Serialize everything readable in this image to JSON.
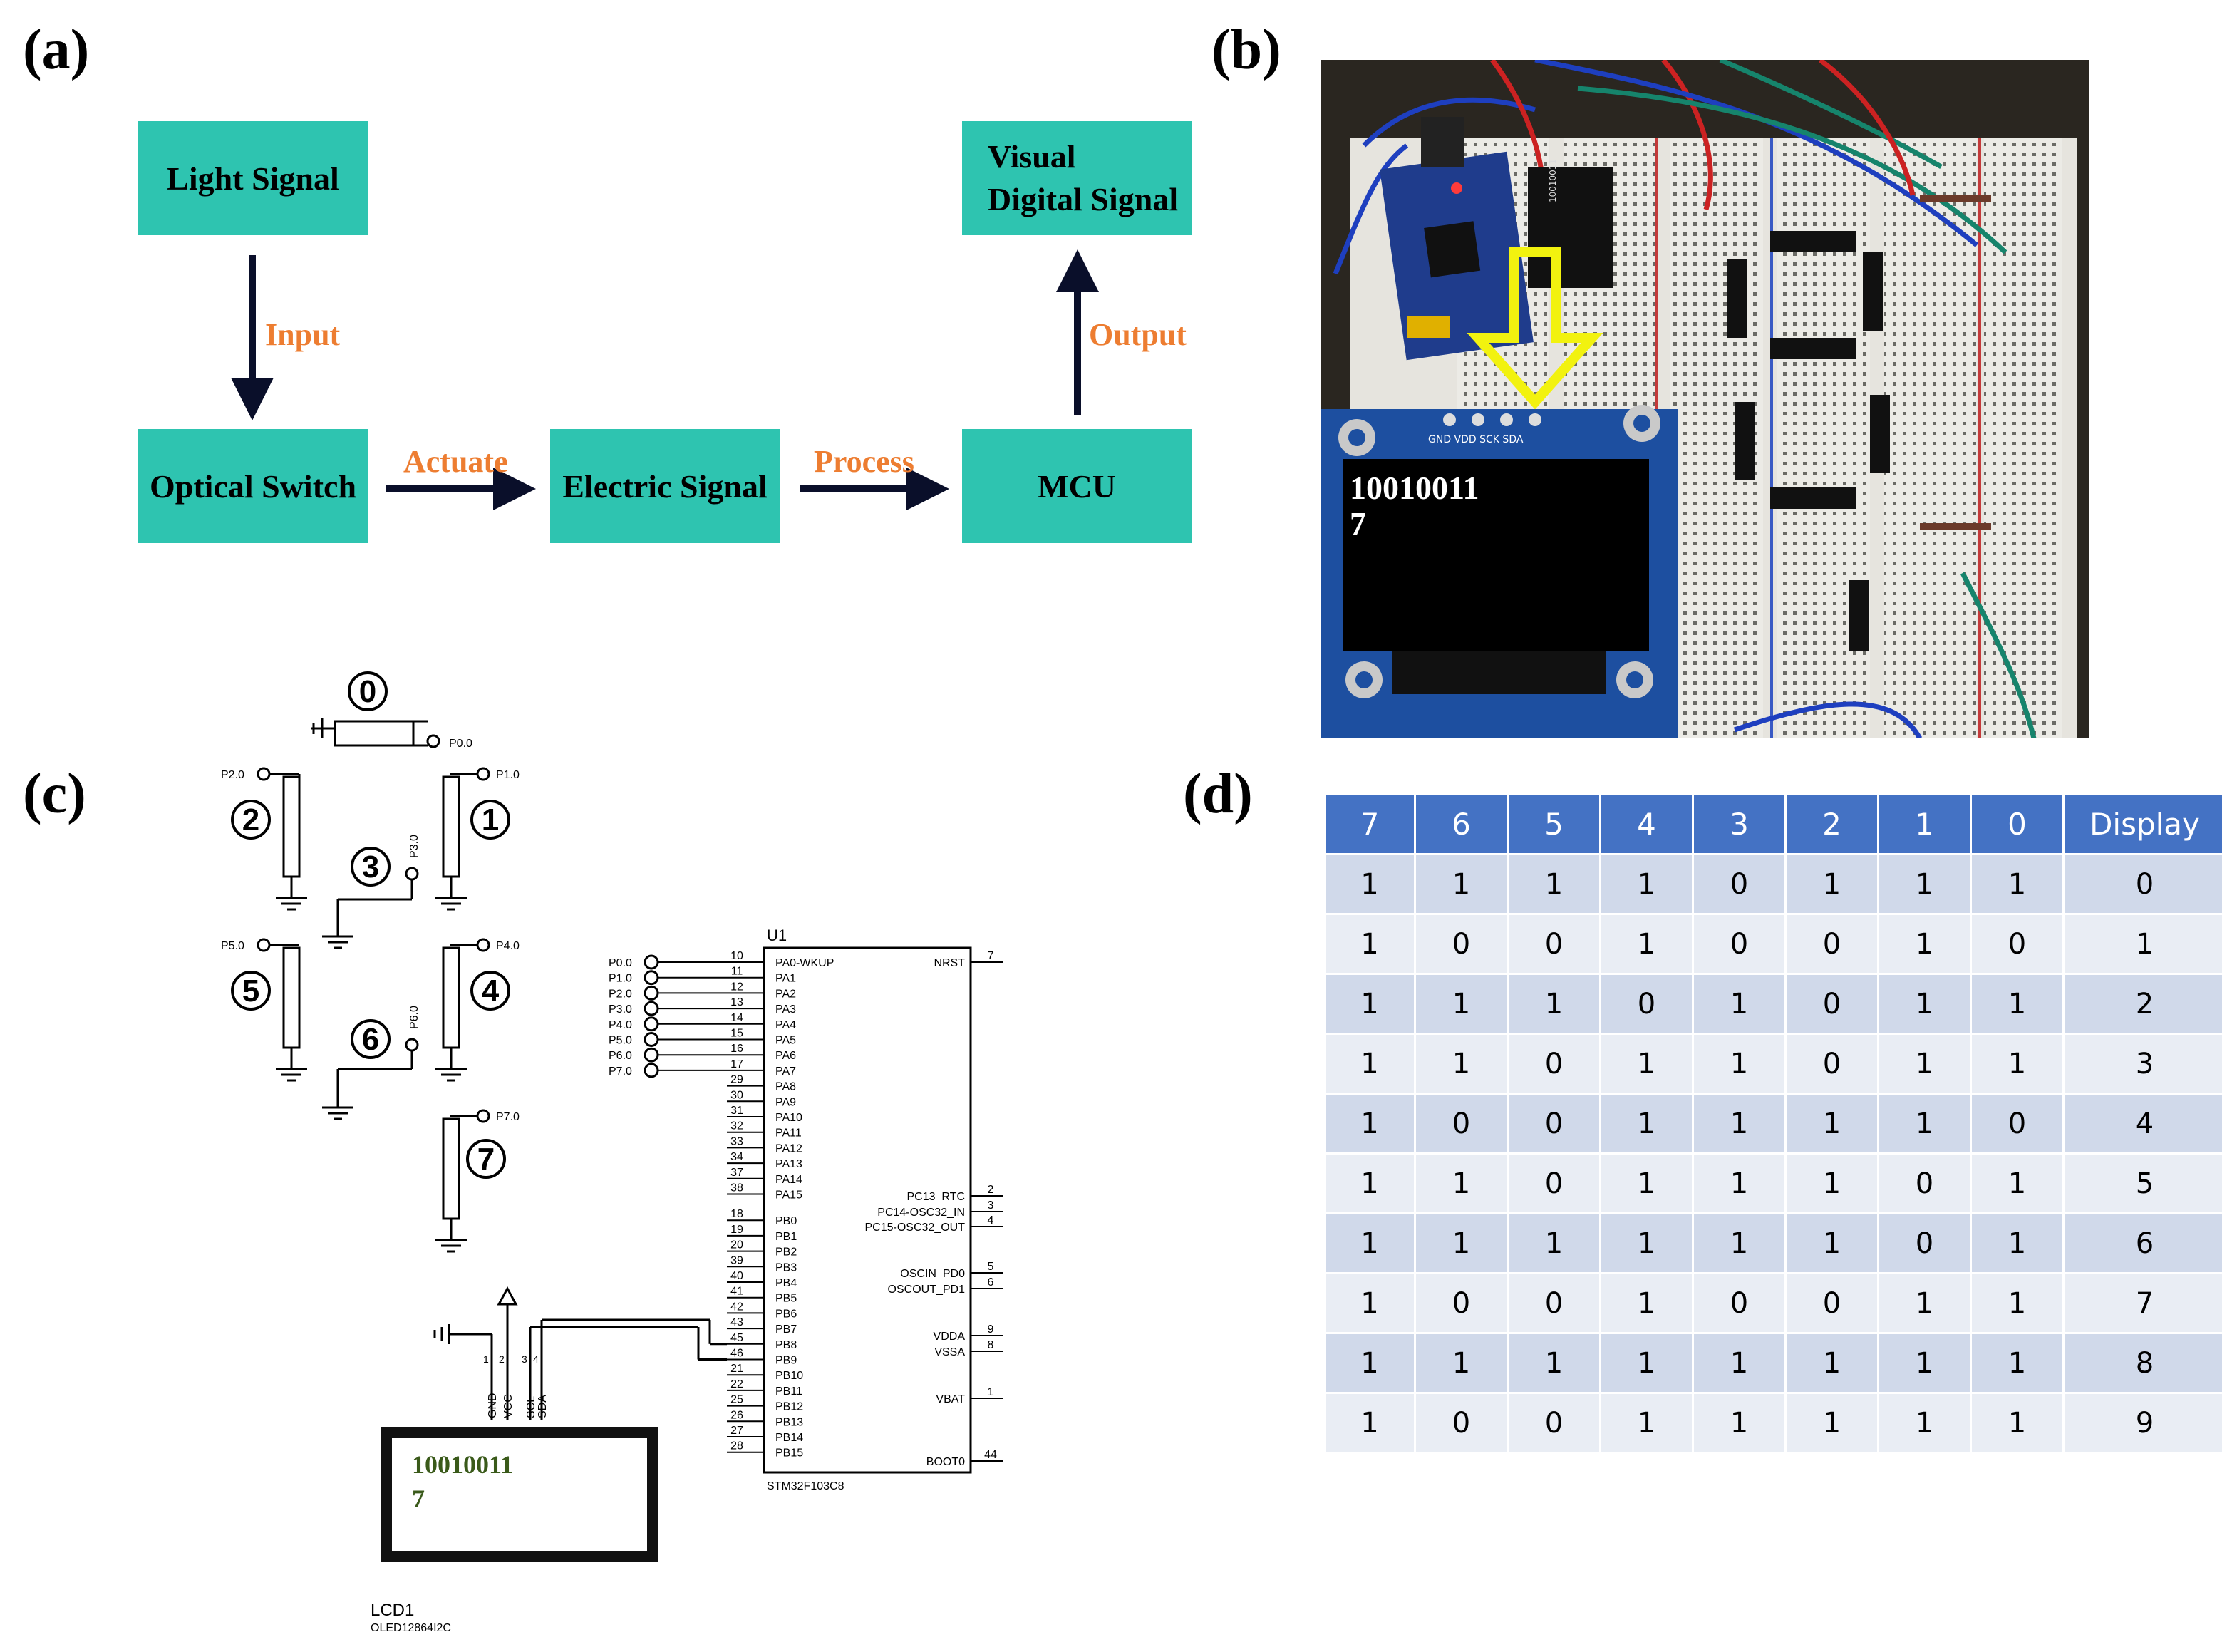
{
  "panels": {
    "a": "(a)",
    "b": "(b)",
    "c": "(c)",
    "d": "(d)"
  },
  "flow": {
    "light_signal": "Light Signal",
    "optical_switch": "Optical Switch",
    "electric_signal": "Electric Signal",
    "mcu": "MCU",
    "visual_line1": "Visual",
    "visual_line2": "Digital Signal",
    "input": "Input",
    "actuate": "Actuate",
    "process": "Process",
    "output": "Output"
  },
  "photo": {
    "oled_pins": "GND VDD SCK SDA",
    "oled_line1": "10010011",
    "oled_line2": "7",
    "board_text": "10010011"
  },
  "schematic": {
    "switch_numbers": [
      "0",
      "1",
      "2",
      "3",
      "4",
      "5",
      "6",
      "7"
    ],
    "switch_pins": [
      "P0.0",
      "P1.0",
      "P2.0",
      "P3.0",
      "P4.0",
      "P5.0",
      "P6.0",
      "P7.0"
    ],
    "chip_ref": "U1",
    "chip_name": "STM32F103C8",
    "left_pins": [
      {
        "num": "10",
        "name": "PA0-WKUP"
      },
      {
        "num": "11",
        "name": "PA1"
      },
      {
        "num": "12",
        "name": "PA2"
      },
      {
        "num": "13",
        "name": "PA3"
      },
      {
        "num": "14",
        "name": "PA4"
      },
      {
        "num": "15",
        "name": "PA5"
      },
      {
        "num": "16",
        "name": "PA6"
      },
      {
        "num": "17",
        "name": "PA7"
      },
      {
        "num": "29",
        "name": "PA8"
      },
      {
        "num": "30",
        "name": "PA9"
      },
      {
        "num": "31",
        "name": "PA10"
      },
      {
        "num": "32",
        "name": "PA11"
      },
      {
        "num": "33",
        "name": "PA12"
      },
      {
        "num": "34",
        "name": "PA13"
      },
      {
        "num": "37",
        "name": "PA14"
      },
      {
        "num": "38",
        "name": "PA15"
      },
      {
        "num": "18",
        "name": "PB0"
      },
      {
        "num": "19",
        "name": "PB1"
      },
      {
        "num": "20",
        "name": "PB2"
      },
      {
        "num": "39",
        "name": "PB3"
      },
      {
        "num": "40",
        "name": "PB4"
      },
      {
        "num": "41",
        "name": "PB5"
      },
      {
        "num": "42",
        "name": "PB6"
      },
      {
        "num": "43",
        "name": "PB7"
      },
      {
        "num": "45",
        "name": "PB8"
      },
      {
        "num": "46",
        "name": "PB9"
      },
      {
        "num": "21",
        "name": "PB10"
      },
      {
        "num": "22",
        "name": "PB11"
      },
      {
        "num": "25",
        "name": "PB12"
      },
      {
        "num": "26",
        "name": "PB13"
      },
      {
        "num": "27",
        "name": "PB14"
      },
      {
        "num": "28",
        "name": "PB15"
      }
    ],
    "right_pins": [
      {
        "num": "7",
        "name": "NRST"
      },
      {
        "num": "2",
        "name": "PC13_RTC"
      },
      {
        "num": "3",
        "name": "PC14-OSC32_IN"
      },
      {
        "num": "4",
        "name": "PC15-OSC32_OUT"
      },
      {
        "num": "5",
        "name": "OSCIN_PD0"
      },
      {
        "num": "6",
        "name": "OSCOUT_PD1"
      },
      {
        "num": "9",
        "name": "VDDA"
      },
      {
        "num": "8",
        "name": "VSSA"
      },
      {
        "num": "1",
        "name": "VBAT"
      },
      {
        "num": "44",
        "name": "BOOT0"
      }
    ],
    "net_labels": [
      "P0.0",
      "P1.0",
      "P2.0",
      "P3.0",
      "P4.0",
      "P5.0",
      "P6.0",
      "P7.0"
    ],
    "lcd_pins": [
      "GND",
      "VCC",
      "SCL",
      "SDA"
    ],
    "lcd_pin_nums": [
      "1",
      "2",
      "3",
      "4"
    ],
    "lcd_line1": "10010011",
    "lcd_line2": "7",
    "lcd_ref": "LCD1",
    "lcd_part": "OLED12864I2C"
  },
  "table": {
    "headers": [
      "7",
      "6",
      "5",
      "4",
      "3",
      "2",
      "1",
      "0",
      "Display"
    ],
    "rows": [
      [
        "1",
        "1",
        "1",
        "1",
        "0",
        "1",
        "1",
        "1",
        "0"
      ],
      [
        "1",
        "0",
        "0",
        "1",
        "0",
        "0",
        "1",
        "0",
        "1"
      ],
      [
        "1",
        "1",
        "1",
        "0",
        "1",
        "0",
        "1",
        "1",
        "2"
      ],
      [
        "1",
        "1",
        "0",
        "1",
        "1",
        "0",
        "1",
        "1",
        "3"
      ],
      [
        "1",
        "0",
        "0",
        "1",
        "1",
        "1",
        "1",
        "0",
        "4"
      ],
      [
        "1",
        "1",
        "0",
        "1",
        "1",
        "1",
        "0",
        "1",
        "5"
      ],
      [
        "1",
        "1",
        "1",
        "1",
        "1",
        "1",
        "0",
        "1",
        "6"
      ],
      [
        "1",
        "0",
        "0",
        "1",
        "0",
        "0",
        "1",
        "1",
        "7"
      ],
      [
        "1",
        "1",
        "1",
        "1",
        "1",
        "1",
        "1",
        "1",
        "8"
      ],
      [
        "1",
        "0",
        "0",
        "1",
        "1",
        "1",
        "1",
        "1",
        "9"
      ]
    ],
    "header_color": "#4472c4",
    "row_colors": [
      "#d0d9ea",
      "#e9edf4"
    ]
  },
  "colors": {
    "flow_box": "#2ec4b0",
    "flow_label": "#ed7d31",
    "arrow": "#0a0f2a"
  }
}
